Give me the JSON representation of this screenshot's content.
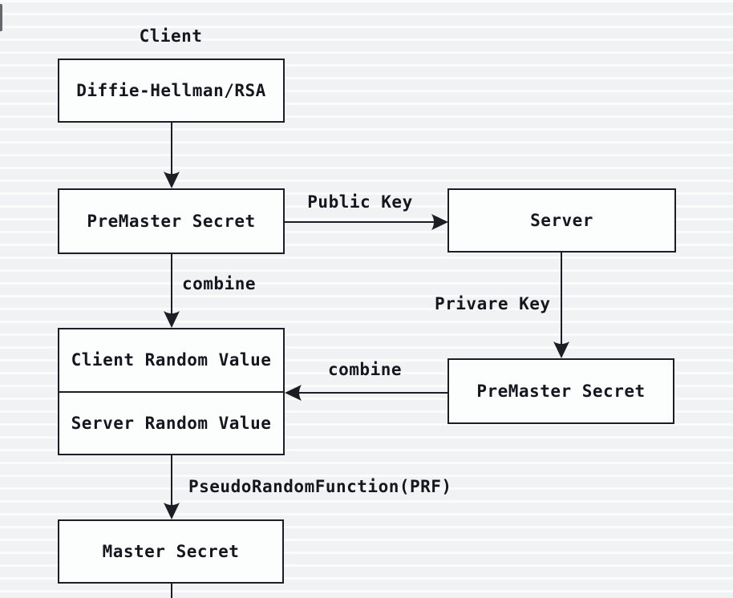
{
  "diagram": {
    "client_title": "Client",
    "nodes": {
      "dh": "Diffie-Hellman/RSA",
      "premaster_client": "PreMaster Secret",
      "server": "Server",
      "client_random": "Client Random Value",
      "server_random": "Server Random Value",
      "premaster_server": "PreMaster Secret",
      "master_secret": "Master Secret"
    },
    "edges": {
      "public_key": "Public Key",
      "combine_left": "combine",
      "private_key": "Privare Key",
      "combine_right": "combine",
      "prf": "PseudoRandomFunction(PRF)"
    },
    "colors": {
      "line": "#1d1d26",
      "text": "#16161f",
      "box_fill": "#fcfdfd",
      "background": "#f6f8f9"
    }
  }
}
